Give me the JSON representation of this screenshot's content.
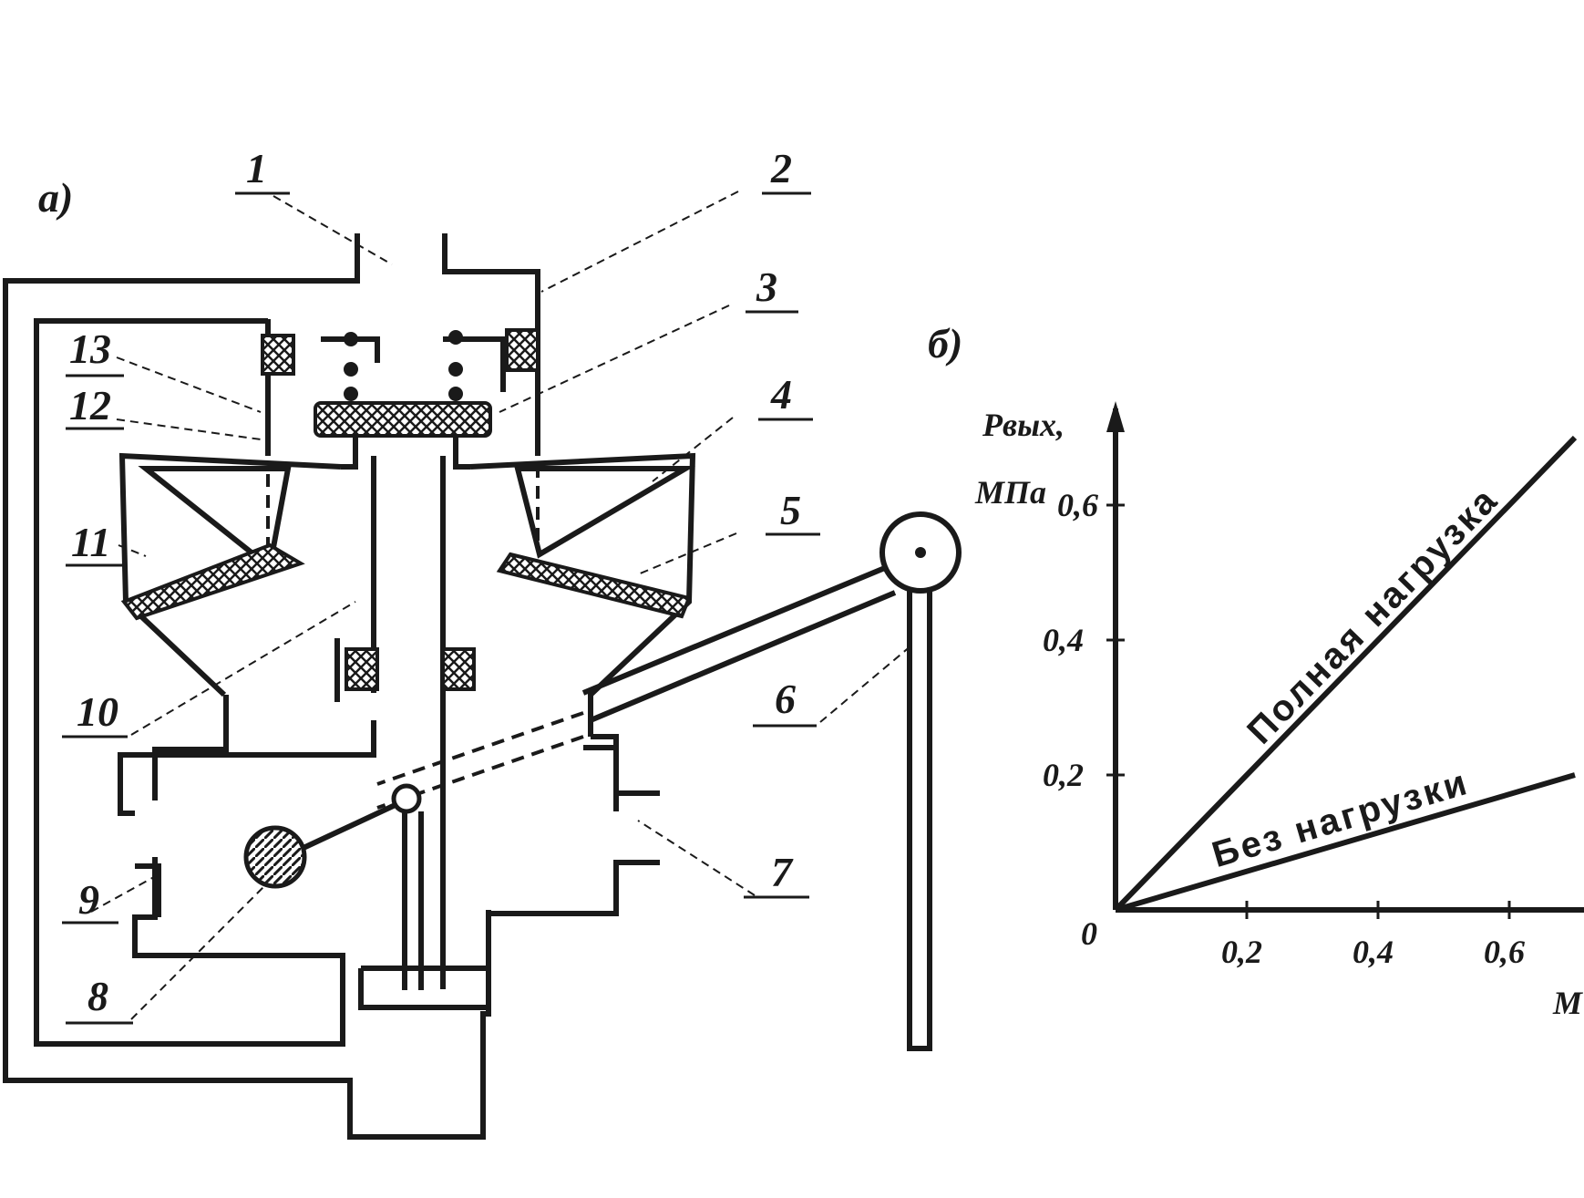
{
  "panel_labels": {
    "a": "а)",
    "b": "б)"
  },
  "part_labels": [
    "1",
    "2",
    "3",
    "4",
    "5",
    "6",
    "7",
    "8",
    "9",
    "10",
    "11",
    "12",
    "13"
  ],
  "graph": {
    "y_axis_label": "Pвых,",
    "y_axis_unit": "МПа",
    "x_axis_label": "М",
    "origin_label": "0",
    "y_ticks": [
      "0,2",
      "0,4",
      "0,6"
    ],
    "x_ticks": [
      "0,2",
      "0,4",
      "0,6"
    ]
  },
  "chart_data": {
    "type": "line",
    "xlabel": "М",
    "ylabel": "Pвых, МПа",
    "x_ticks": [
      0.2,
      0.4,
      0.6
    ],
    "y_ticks": [
      0.2,
      0.4,
      0.6
    ],
    "xlim": [
      0,
      0.7
    ],
    "ylim": [
      0,
      0.75
    ],
    "series": [
      {
        "name": "Полная нагрузка",
        "x": [
          0,
          0.7
        ],
        "y": [
          0,
          0.7
        ]
      },
      {
        "name": "Без нагрузки",
        "x": [
          0,
          0.7
        ],
        "y": [
          0,
          0.2
        ]
      }
    ]
  }
}
